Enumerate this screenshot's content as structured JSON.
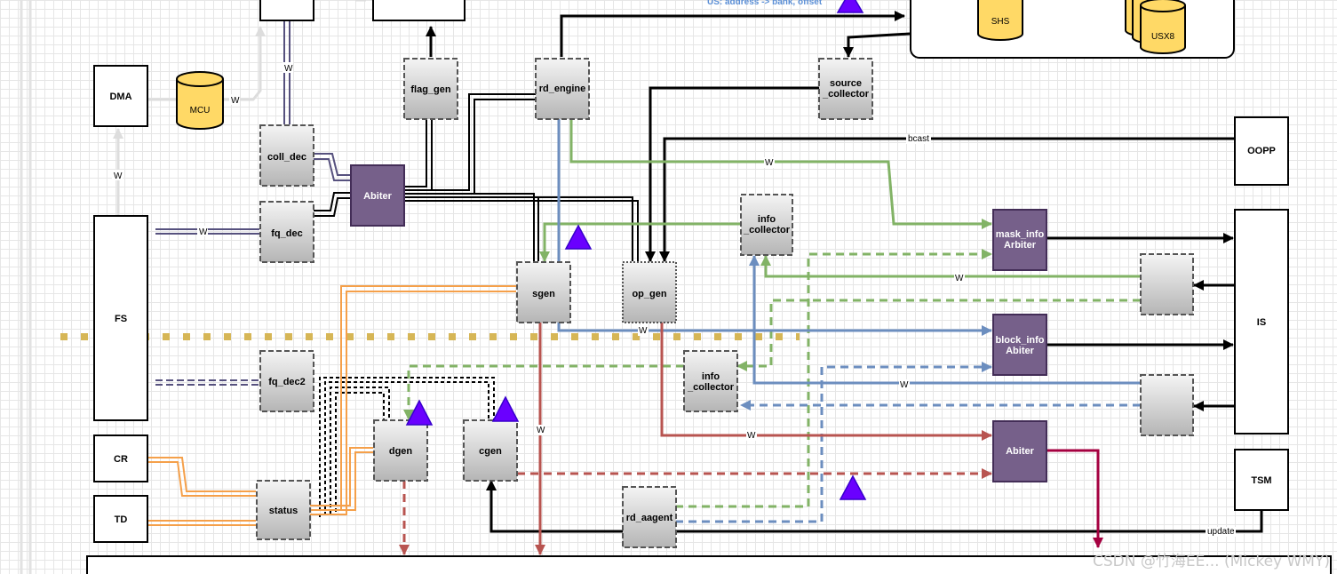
{
  "blocks": {
    "dma": "DMA",
    "mcu": "MCU",
    "fs": "FS",
    "cr": "CR",
    "td": "TD",
    "coll_dec": "coll_dec",
    "fq_dec": "fq_dec",
    "fq_dec2": "fq_dec2",
    "status": "status",
    "abiter_top": "Abiter",
    "flag_gen": "flag_gen",
    "rd_engine": "rd_engine",
    "source_collector_1": "source",
    "source_collector_2": "_collector",
    "sgen": "sgen",
    "op_gen": "op_gen",
    "info_collector_a1": "info",
    "info_collector_a2": "_collector",
    "info_collector_b1": "info",
    "info_collector_b2": "_collector",
    "dgen": "dgen",
    "cgen": "cgen",
    "rd_aagent": "rd_aagent",
    "mask_info_1": "mask_info",
    "mask_info_2": "Arbiter",
    "block_info_1": "block_info",
    "block_info_2": "Abiter",
    "abiter_bottom": "Abiter",
    "oopp": "OOPP",
    "is": "IS",
    "tsm": "TSM",
    "shs": "SHS",
    "usx8": "USX8"
  },
  "edge_labels": {
    "w": "W",
    "bcast": "bcast",
    "update": "update"
  },
  "annotation": "US: address -> bank, offset",
  "watermark": "CSDN @竹海EE... (Mickey WMY)"
}
